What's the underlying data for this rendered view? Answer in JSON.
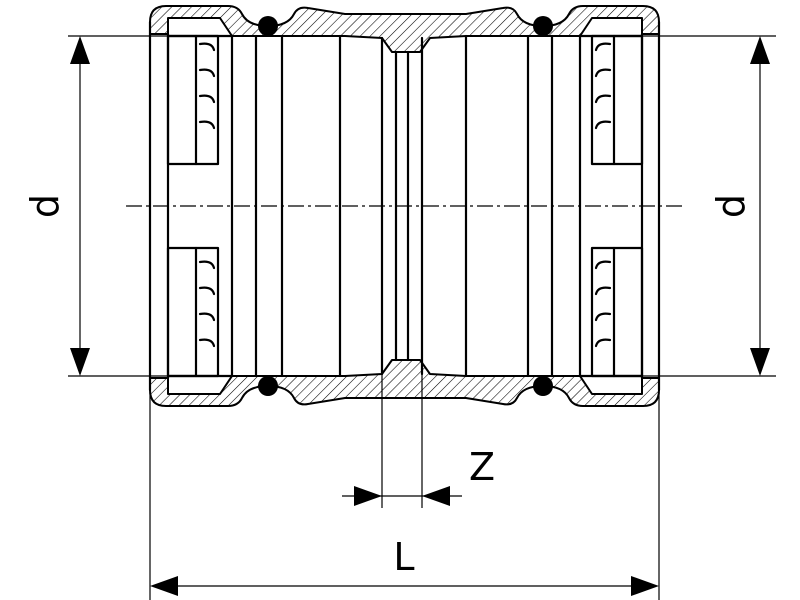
{
  "dimensions": {
    "left_diameter_label": "d",
    "right_diameter_label": "d",
    "insertion_gap_label": "Z",
    "overall_length_label": "L"
  },
  "colors": {
    "line": "#000000",
    "background": "#ffffff"
  }
}
